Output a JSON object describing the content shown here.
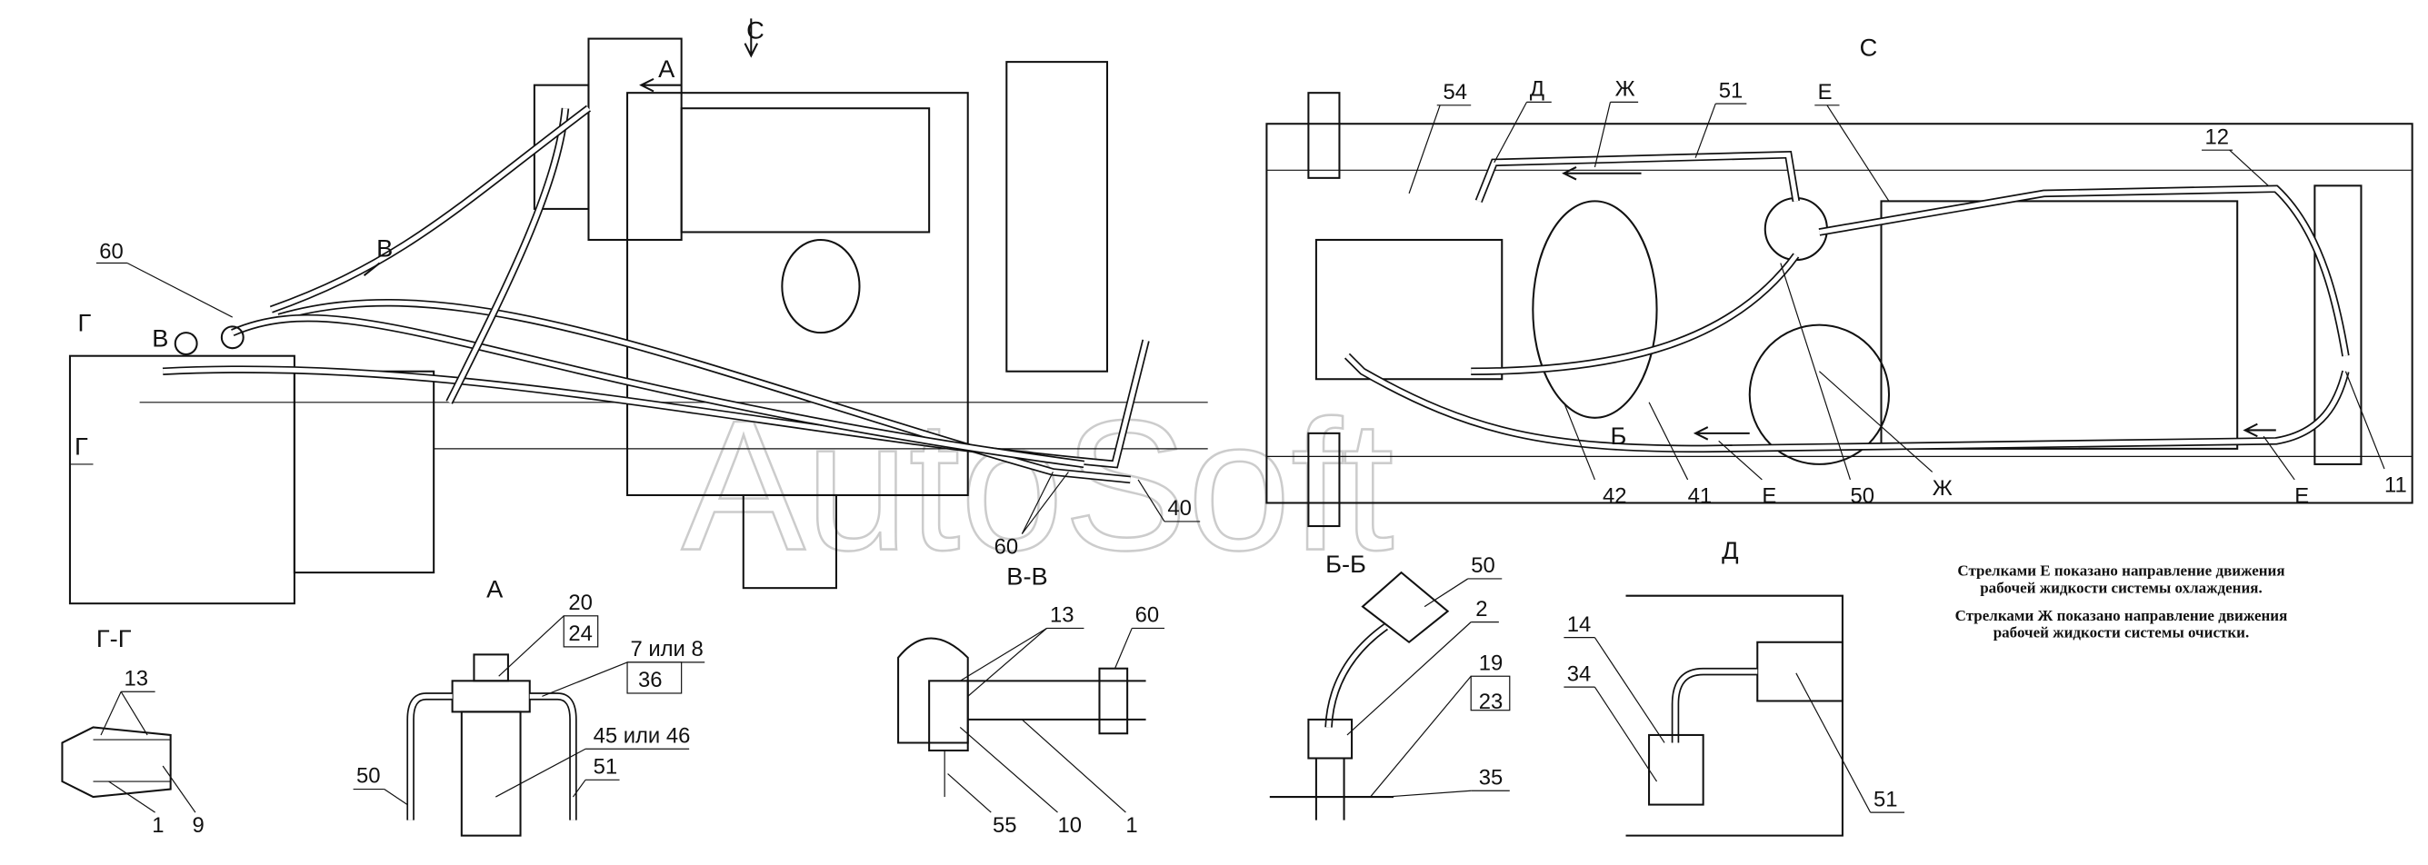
{
  "watermark": "AutoSoft",
  "main_view": {
    "view_arrow_c": "С",
    "view_arrow_a": "А",
    "section_v_top": "В",
    "section_v_left": "В",
    "section_g_top": "Г",
    "section_g_bottom": "Г",
    "callout_60": "60",
    "callout_40": "40",
    "callout_60_bottom": "60",
    "section_vv_label": "В-В"
  },
  "plan_view": {
    "title": "С",
    "callouts_top": [
      "54",
      "Д",
      "Ж",
      "51",
      "Е",
      "12"
    ],
    "callouts_bottom": [
      "42",
      "41",
      "Е",
      "50",
      "Ж",
      "Е",
      "11"
    ],
    "section_b": "Б"
  },
  "detail_gg": {
    "title": "Г-Г",
    "callouts": [
      "13",
      "1",
      "9"
    ]
  },
  "detail_a": {
    "title": "А",
    "callouts": [
      "20",
      "24",
      "7 или 8",
      "36",
      "45 или 46",
      "51",
      "50"
    ]
  },
  "detail_vv": {
    "callouts": [
      "13",
      "60",
      "55",
      "10",
      "1"
    ]
  },
  "detail_bb": {
    "title": "Б-Б",
    "callouts": [
      "50",
      "2",
      "19",
      "23",
      "35"
    ]
  },
  "detail_d": {
    "title": "Д",
    "callouts": [
      "14",
      "34",
      "51"
    ]
  },
  "notes": [
    "Стрелками Е показано направление движения",
    "рабочей жидкости системы охлаждения.",
    "Стрелками Ж показано направление движения",
    "рабочей жидкости системы очистки."
  ]
}
